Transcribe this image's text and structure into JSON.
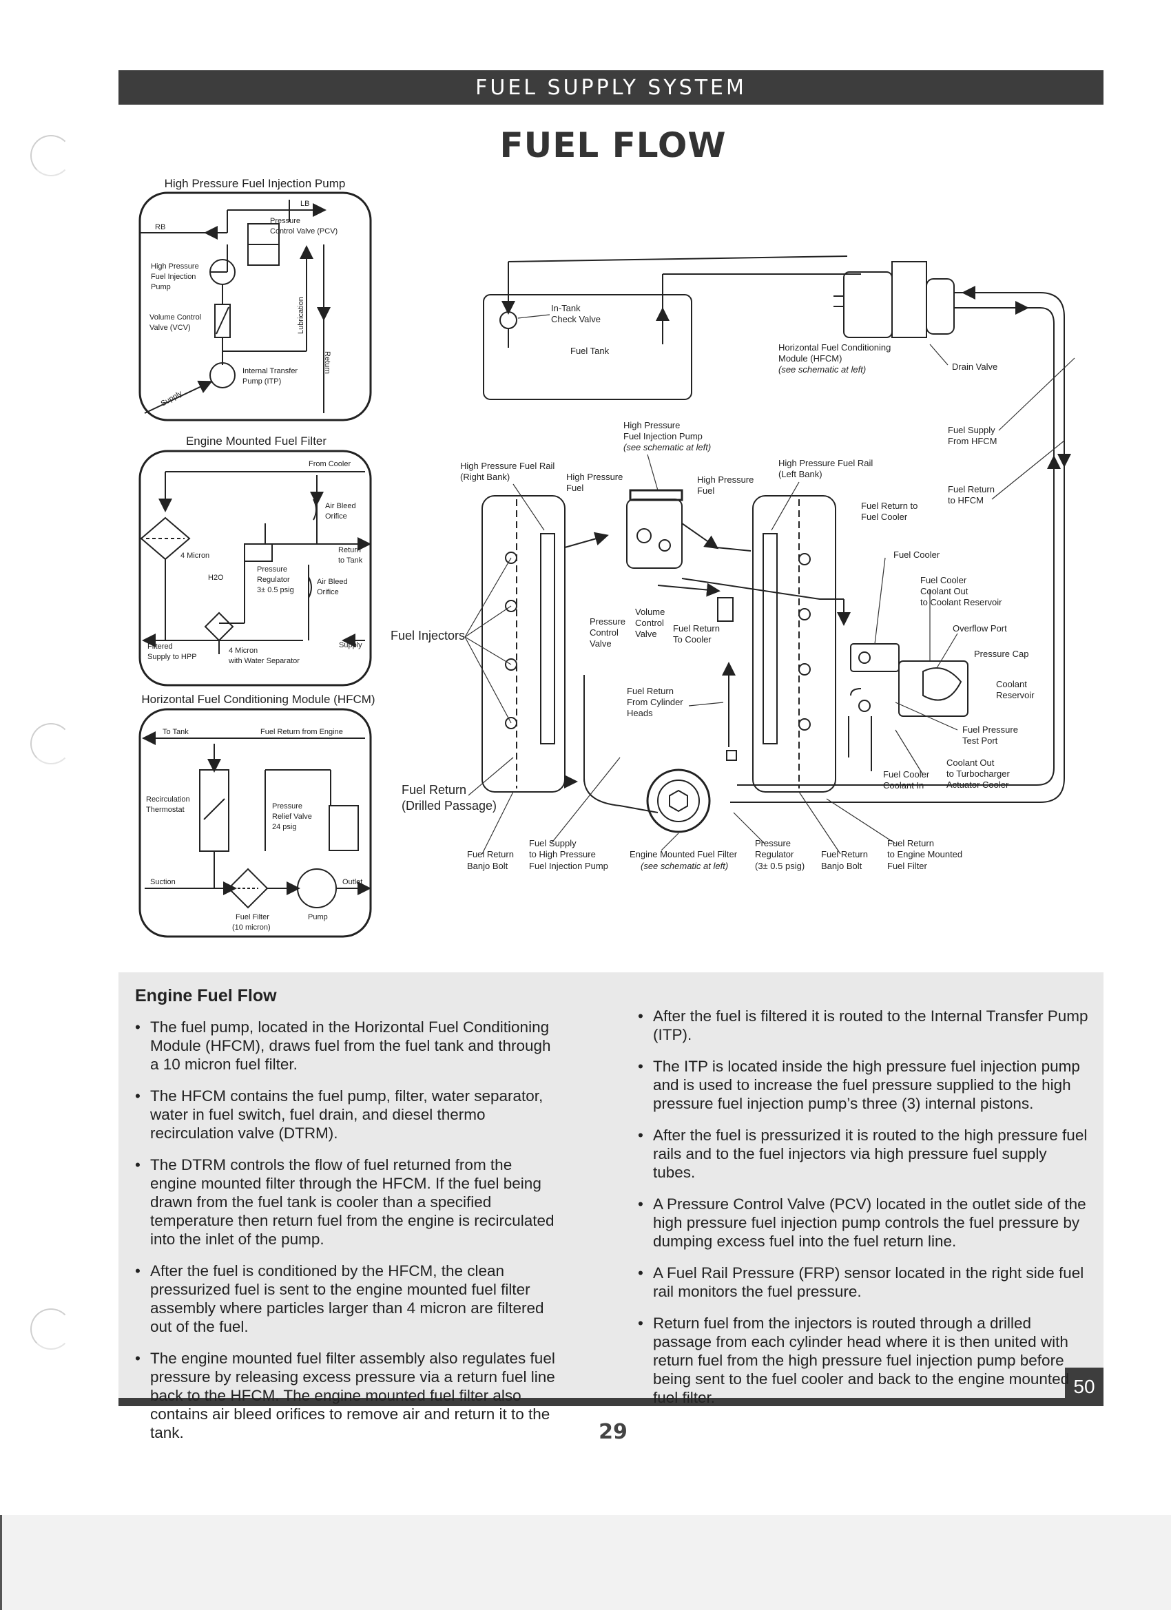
{
  "header": {
    "section": "FUEL SUPPLY SYSTEM",
    "title": "FUEL FLOW"
  },
  "schematics": {
    "hpp": {
      "title": "High Pressure Fuel Injection Pump",
      "lb": "LB",
      "rb": "RB",
      "pcv_line1": "Pressure",
      "pcv_line2": "Control Valve (PCV)",
      "pump_line1": "High Pressure",
      "pump_line2": "Fuel Injection",
      "pump_line3": "Pump",
      "vcv_line1": "Volume Control",
      "vcv_line2": "Valve (VCV)",
      "lubrication": "Lubrication",
      "return": "Return",
      "itp_line1": "Internal Transfer",
      "itp_line2": "Pump (ITP)",
      "supply": "Supply"
    },
    "filter": {
      "title": "Engine Mounted Fuel Filter",
      "from_cooler": "From Cooler",
      "air_bleed_line1": "Air Bleed",
      "air_bleed_line2": "Orifice",
      "micron": "4 Micron",
      "return_line1": "Return",
      "return_line2": "to Tank",
      "h2o": "H2O",
      "reg_line1": "Pressure",
      "reg_line2": "Regulator",
      "reg_line3": "3± 0.5 psig",
      "air_bleed2_line1": "Air Bleed",
      "air_bleed2_line2": "Orifice",
      "filtered_line1": "Filtered",
      "filtered_line2": "Supply to HPP",
      "sep_line1": "4 Micron",
      "sep_line2": "with Water Separator",
      "supply": "Supply"
    },
    "hfcm": {
      "title": "Horizontal Fuel Conditioning Module (HFCM)",
      "to_tank": "To Tank",
      "return_from_engine": "Fuel Return from Engine",
      "recirc_line1": "Recirculation",
      "recirc_line2": "Thermostat",
      "relief_line1": "Pressure",
      "relief_line2": "Relief Valve",
      "relief_line3": "24 psig",
      "suction": "Suction",
      "outlet": "Outlet",
      "filter_line1": "Fuel Filter",
      "filter_line2": "(10 micron)",
      "pump": "Pump"
    }
  },
  "main_diagram": {
    "in_tank_line1": "In-Tank",
    "in_tank_line2": "Check Valve",
    "fuel_tank": "Fuel Tank",
    "hfcm_line1": "Horizontal Fuel Conditioning",
    "hfcm_line2": "Module (HFCM)",
    "hfcm_line3": "(see schematic at left)",
    "drain_valve": "Drain Valve",
    "hpp_line1": "High Pressure",
    "hpp_line2": "Fuel Injection Pump",
    "hpp_line3": "(see schematic at left)",
    "rail_right_line1": "High Pressure Fuel Rail",
    "rail_right_line2": "(Right Bank)",
    "hp_fuel_left_line1": "High Pressure",
    "hp_fuel_left_line2": "Fuel",
    "hp_fuel_right_line1": "High Pressure",
    "hp_fuel_right_line2": "Fuel",
    "rail_left_line1": "High Pressure Fuel Rail",
    "rail_left_line2": "(Left Bank)",
    "fuel_supply_hfcm_line1": "Fuel Supply",
    "fuel_supply_hfcm_line2": "From HFCM",
    "fuel_return_hfcm_line1": "Fuel Return",
    "fuel_return_hfcm_line2": "to HFCM",
    "fuel_return_cooler_line1": "Fuel Return to",
    "fuel_return_cooler_line2": "Fuel Cooler",
    "fuel_cooler": "Fuel Cooler",
    "cooler_out_line1": "Fuel Cooler",
    "cooler_out_line2": "Coolant Out",
    "cooler_out_line3": "to Coolant Reservoir",
    "overflow_port": "Overflow Port",
    "pressure_cap": "Pressure Cap",
    "coolant_reservoir_line1": "Coolant",
    "coolant_reservoir_line2": "Reservoir",
    "fuel_injectors": "Fuel Injectors",
    "volume_control_line1": "Volume",
    "volume_control_line2": "Control",
    "volume_control_line3": "Valve",
    "pressure_control_line1": "Pressure",
    "pressure_control_line2": "Control",
    "pressure_control_line3": "Valve",
    "fuel_return_to_cooler_line1": "Fuel Return",
    "fuel_return_to_cooler_line2": "To Cooler",
    "fuel_return_heads_line1": "Fuel Return",
    "fuel_return_heads_line2": "From Cylinder",
    "fuel_return_heads_line3": "Heads",
    "fp_test_line1": "Fuel Pressure",
    "fp_test_line2": "Test Port",
    "coolant_out_turbo_line1": "Coolant Out",
    "coolant_out_turbo_line2": "to Turbocharger",
    "coolant_out_turbo_line3": "Actuator Cooler",
    "cooler_coolant_in_line1": "Fuel Cooler",
    "cooler_coolant_in_line2": "Coolant In",
    "drilled_line1": "Fuel Return",
    "drilled_line2": "(Drilled Passage)",
    "banjo_right_line1": "Fuel Return",
    "banjo_right_line2": "Banjo Bolt",
    "supply_hpp_line1": "Fuel Supply",
    "supply_hpp_line2": "to High Pressure",
    "supply_hpp_line3": "Fuel Injection Pump",
    "emff_line1": "Engine Mounted Fuel Filter",
    "emff_line2": "(see schematic at left)",
    "regulator_line1": "Pressure",
    "regulator_line2": "Regulator",
    "regulator_line3": "(3± 0.5 psig)",
    "banjo_left_line1": "Fuel Return",
    "banjo_left_line2": "Banjo Bolt",
    "return_emff_line1": "Fuel Return",
    "return_emff_line2": "to Engine Mounted",
    "return_emff_line3": "Fuel Filter"
  },
  "text_panel": {
    "title": "Engine Fuel Flow",
    "left": [
      "The fuel pump, located in the Horizontal Fuel Conditioning Module (HFCM), draws fuel from the fuel tank and through a 10 micron fuel filter.",
      "The HFCM contains the fuel pump, filter, water separator, water in fuel switch, fuel drain, and diesel thermo recirculation valve (DTRM).",
      "The DTRM controls the flow of fuel returned from the engine mounted filter through the HFCM. If the fuel being drawn from the fuel tank is cooler than a specified temperature then return fuel from the engine is recirculated into the inlet of the pump.",
      "After the fuel is conditioned by the HFCM, the clean pressurized fuel is sent to the engine mounted fuel filter assembly where particles larger than 4 micron are filtered out of the fuel.",
      "The engine mounted fuel filter assembly also regulates fuel pressure by releasing excess pressure via a return fuel line back to the HFCM. The engine mounted fuel filter also contains air bleed orifices to remove air and return it to the tank."
    ],
    "right": [
      "After the fuel is filtered it is routed to the Internal Transfer Pump (ITP).",
      "The ITP is located inside the high pressure fuel injection pump and is used to increase the fuel pressure supplied to the high pressure fuel injection pump’s three (3) internal pistons.",
      "After the fuel is pressurized it is routed to the high pressure fuel rails and to the fuel injectors via high pressure fuel supply tubes.",
      "A Pressure Control Valve (PCV) located in the outlet side of the high pressure fuel injection pump controls the fuel pressure by dumping excess fuel into the fuel return line.",
      "A Fuel Rail Pressure (FRP) sensor located in the right side fuel rail monitors the fuel pressure.",
      "Return fuel from the injectors is routed through a drilled passage from each cylinder head where it is then united with return fuel from the high pressure fuel injection pump before being sent to the fuel cooler and back to the engine mounted fuel filter."
    ],
    "badge": "50"
  },
  "footer": {
    "page_number": "29"
  }
}
